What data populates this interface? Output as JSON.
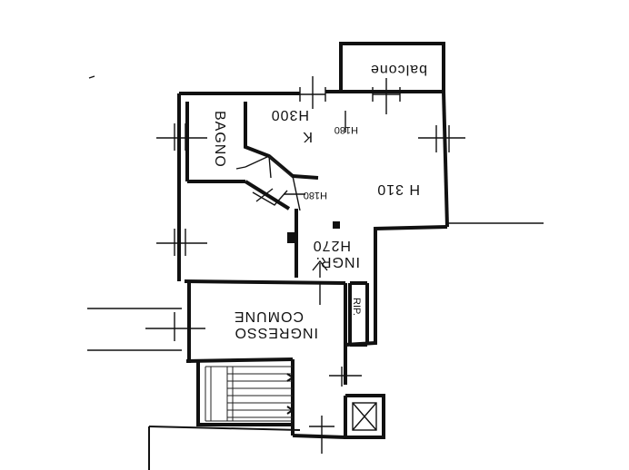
{
  "rooms": {
    "balcone": "balcone",
    "kitchen": "K",
    "kitchen_height": "H300",
    "bagno": "BAGNO",
    "living_height": "H 310",
    "small_height_a": "H180",
    "small_height_b": "H180",
    "ingresso": "INGR.",
    "ingresso_height": "H270",
    "rip": "RIP.",
    "ingresso_comune_1": "INGRESSO",
    "ingresso_comune_2": "COMUNE"
  }
}
